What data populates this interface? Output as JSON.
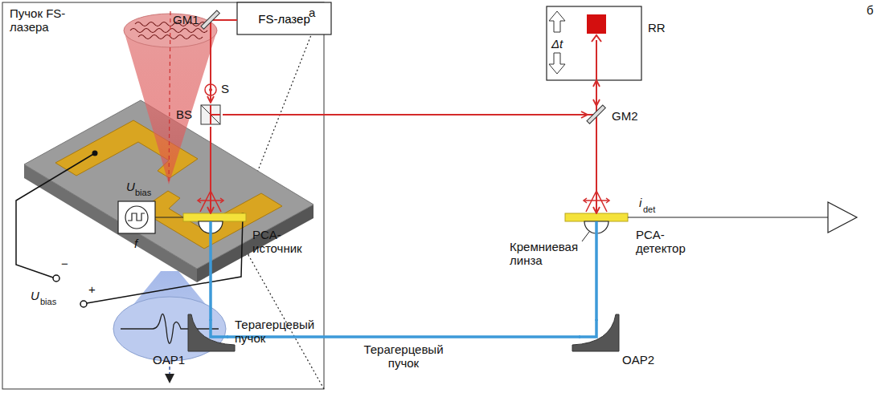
{
  "diagram": {
    "nodes": [
      {
        "text": [
          "FS-лазер"
        ]
      },
      {
        "text": [
          "GM1"
        ]
      },
      {
        "text": [
          "BS"
        ]
      },
      {
        "text": [
          "GM2"
        ]
      },
      {
        "text": [
          "RR",
          "Δt"
        ]
      },
      {
        "text": [
          "PCA-источник"
        ]
      },
      {
        "text": [
          "PCA-детектор"
        ]
      },
      {
        "text": [
          "U",
          "bias",
          "f"
        ]
      },
      {
        "text": [
          "OAP1"
        ]
      },
      {
        "text": [
          "OAP2"
        ]
      }
    ],
    "edges": [
      {
        "from": 0,
        "to": 1,
        "arrow": "none"
      },
      {
        "from": 1,
        "to": 2,
        "arrow": "to"
      },
      {
        "from": 2,
        "to": 5,
        "arrow": "to"
      },
      {
        "from": 2,
        "to": 3,
        "arrow": "to"
      },
      {
        "from": 3,
        "to": 4,
        "arrow": "both"
      },
      {
        "from": 3,
        "to": 6,
        "arrow": "to"
      },
      {
        "from": 5,
        "to": 8,
        "arrow": "none"
      },
      {
        "from": 8,
        "to": 9,
        "label": "Терагерцевый пучок",
        "arrow": "none"
      },
      {
        "from": 9,
        "to": 6,
        "arrow": "none"
      },
      {
        "from": 7,
        "to": 5,
        "arrow": "none"
      }
    ],
    "labels": [
      "а",
      "б",
      "Пучок FS-лазера",
      "−",
      "+",
      "U",
      "bias",
      "Терагерцевый пучок",
      "S",
      "Кремниевая линза",
      "i",
      "det"
    ]
  }
}
